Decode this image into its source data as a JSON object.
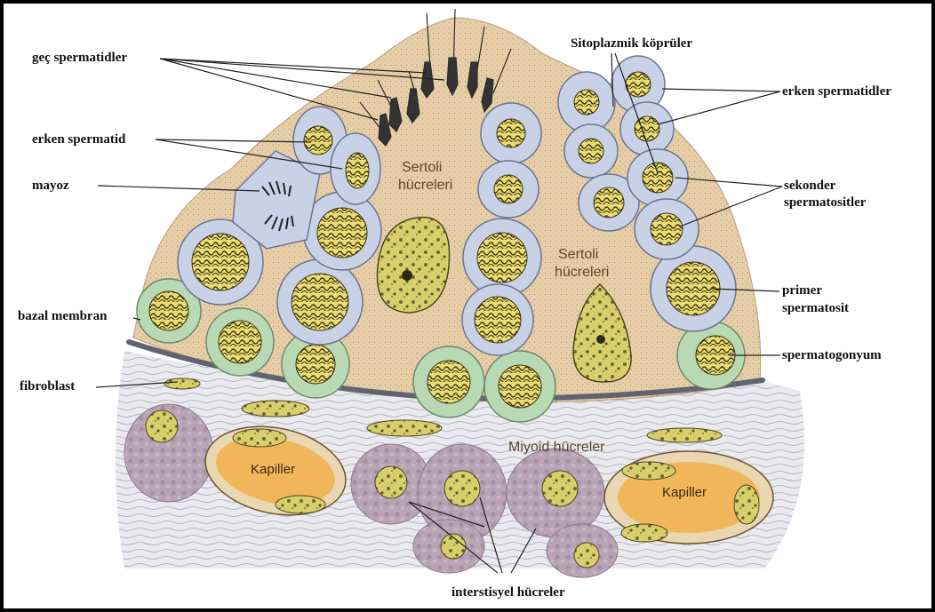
{
  "labels": {
    "gec_spermatidler": "geç spermatidler",
    "erken_spermatid": "erken spermatid",
    "mayoz": "mayoz",
    "bazal_membran": "bazal membran",
    "fibroblast": "fibroblast",
    "sitoplazmik_kopruler": "Sitoplazmik köprüler",
    "erken_spermatidler": "erken spermatidler",
    "sekonder_line1": "sekonder",
    "sekonder_line2": "spermatositler",
    "primer_line1": "primer",
    "primer_line2": "spermatosit",
    "spermatogonyum": "spermatogonyum",
    "interstisyel": "interstisyel hücreler"
  },
  "inner_labels": {
    "sertoli1_line1": "Sertoli",
    "sertoli1_line2": "hücreleri",
    "sertoli2_line1": "Sertoli",
    "sertoli2_line2": "hücreleri",
    "miyoid": "Miyoid hücreler",
    "kapiller_left": "Kapiller",
    "kapiller_right": "Kapiller"
  },
  "colors": {
    "sertoli_cytoplasm": "#e6cfa8",
    "spermatocyte_cell": "#c9d1e6",
    "spermatogonium_cell": "#b9d8b4",
    "nucleus": "#e8dc72",
    "interstitial": "#b7a3b4",
    "capillary": "#f2b65a",
    "connective": "#e6e6ea"
  }
}
